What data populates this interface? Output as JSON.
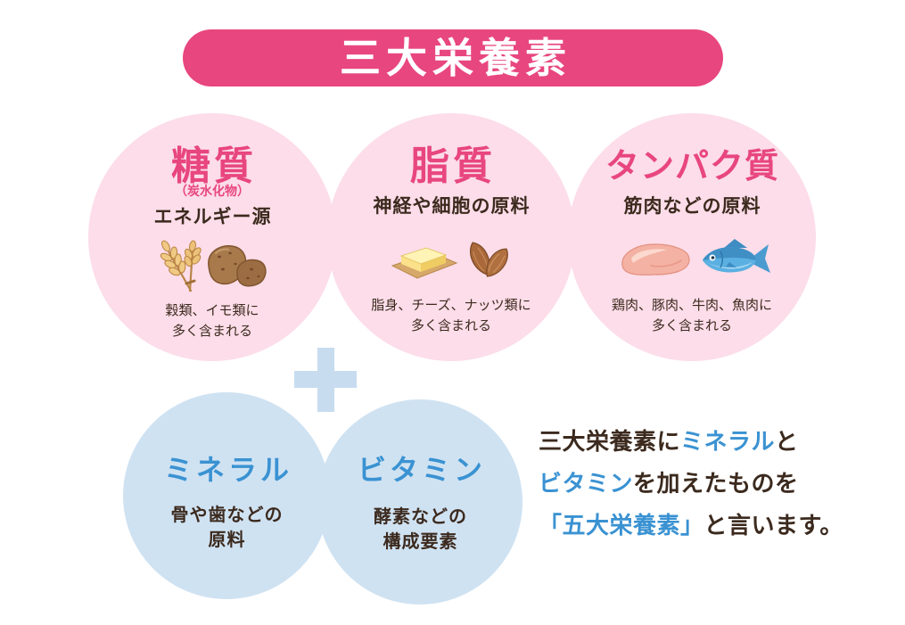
{
  "banner": {
    "title": "三大栄養素"
  },
  "major_nutrients": [
    {
      "title": "糖質",
      "subtitle": "（炭水化物）",
      "role": "エネルギー源",
      "icons": [
        "wheat-icon",
        "potato-icon"
      ],
      "sources": [
        "穀類、イモ類に",
        "多く含まれる"
      ]
    },
    {
      "title": "脂質",
      "role": "神経や細胞の原料",
      "icons": [
        "butter-icon",
        "almond-icon"
      ],
      "sources": [
        "脂身、チーズ、ナッツ類に",
        "多く含まれる"
      ]
    },
    {
      "title": "タンパク質",
      "role": "筋肉などの原料",
      "icons": [
        "chicken-meat-icon",
        "fish-icon"
      ],
      "sources": [
        "鶏肉、豚肉、牛肉、魚肉に",
        "多く含まれる"
      ]
    }
  ],
  "plus_icon": "plus-icon",
  "other_nutrients": [
    {
      "title": "ミネラル",
      "role": [
        "骨や歯などの",
        "原料"
      ]
    },
    {
      "title": "ビタミン",
      "role": [
        "酵素などの",
        "構成要素"
      ]
    }
  ],
  "summary": {
    "lines": [
      [
        {
          "text": "三大栄養素に",
          "accent": false
        },
        {
          "text": "ミネラル",
          "accent": true
        },
        {
          "text": "と",
          "accent": false
        }
      ],
      [
        {
          "text": "ビタミン",
          "accent": true
        },
        {
          "text": "を加えたものを",
          "accent": false
        }
      ],
      [
        {
          "text": "「五大栄養素」",
          "accent": true
        },
        {
          "text": "と言います。",
          "accent": false
        }
      ]
    ]
  },
  "colors": {
    "pink": "#e8467f",
    "pink_light": "#fcdde9",
    "blue": "#3a92d2",
    "blue_light": "#cfe2f2",
    "plus": "#c7dcef",
    "text_dark": "#3c2a1e"
  }
}
